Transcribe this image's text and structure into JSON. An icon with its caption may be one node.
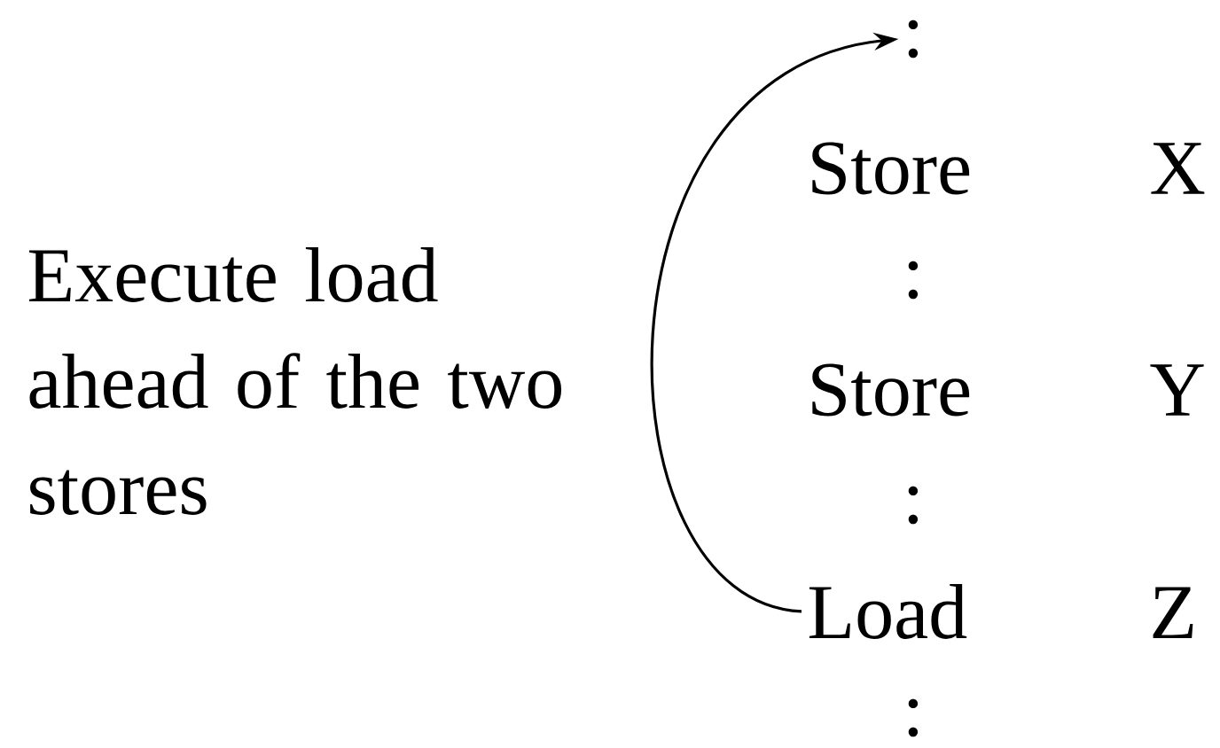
{
  "diagram": {
    "nodes": [
      {
        "text": [
          ":"
        ]
      },
      {
        "text": [
          "Load",
          "Z"
        ]
      }
    ],
    "edges": [
      {
        "from": 1,
        "to": 0,
        "arrow": "to"
      }
    ],
    "labels": [
      "Execute load ahead of the two stores",
      "Store",
      "X",
      ":",
      "Store",
      "Y",
      ":",
      ":"
    ]
  }
}
